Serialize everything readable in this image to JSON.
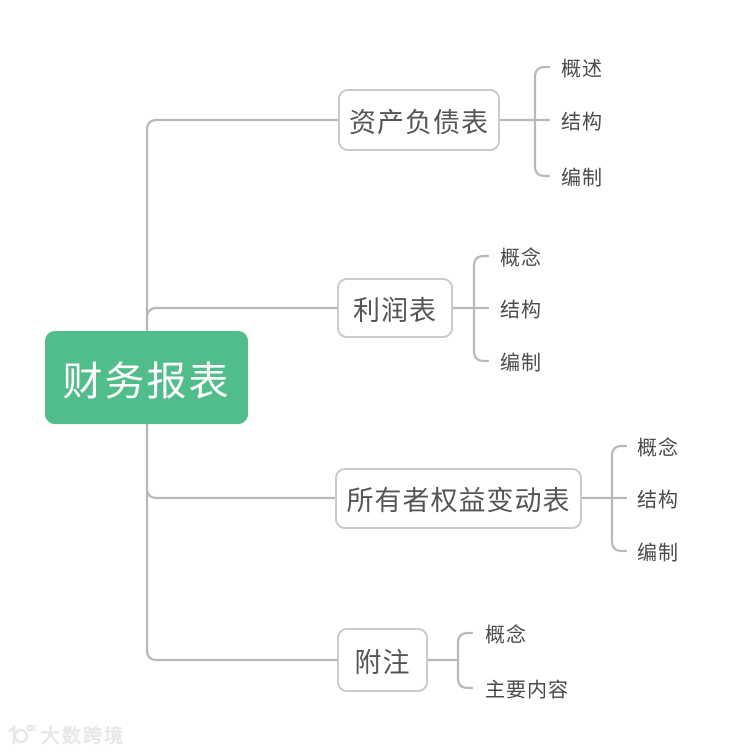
{
  "root": {
    "label": "财务报表"
  },
  "branches": [
    {
      "label": "资产负债表",
      "children": [
        "概述",
        "结构",
        "编制"
      ]
    },
    {
      "label": "利润表",
      "children": [
        "概念",
        "结构",
        "编制"
      ]
    },
    {
      "label": "所有者权益变动表",
      "children": [
        "概念",
        "结构",
        "编制"
      ]
    },
    {
      "label": "附注",
      "children": [
        "概念",
        "主要内容"
      ]
    }
  ],
  "watermark": {
    "logo_icon": "dashukuajing-logo",
    "text": "大数跨境"
  },
  "colors": {
    "root_bg": "#50bd8b",
    "root_text": "#ffffff",
    "connector_line": "#b8b8b8",
    "box_border": "#cbcbcb",
    "box_text": "#555555",
    "leaf_text": "#4a4a4a",
    "watermark": "#e7e7e7"
  }
}
